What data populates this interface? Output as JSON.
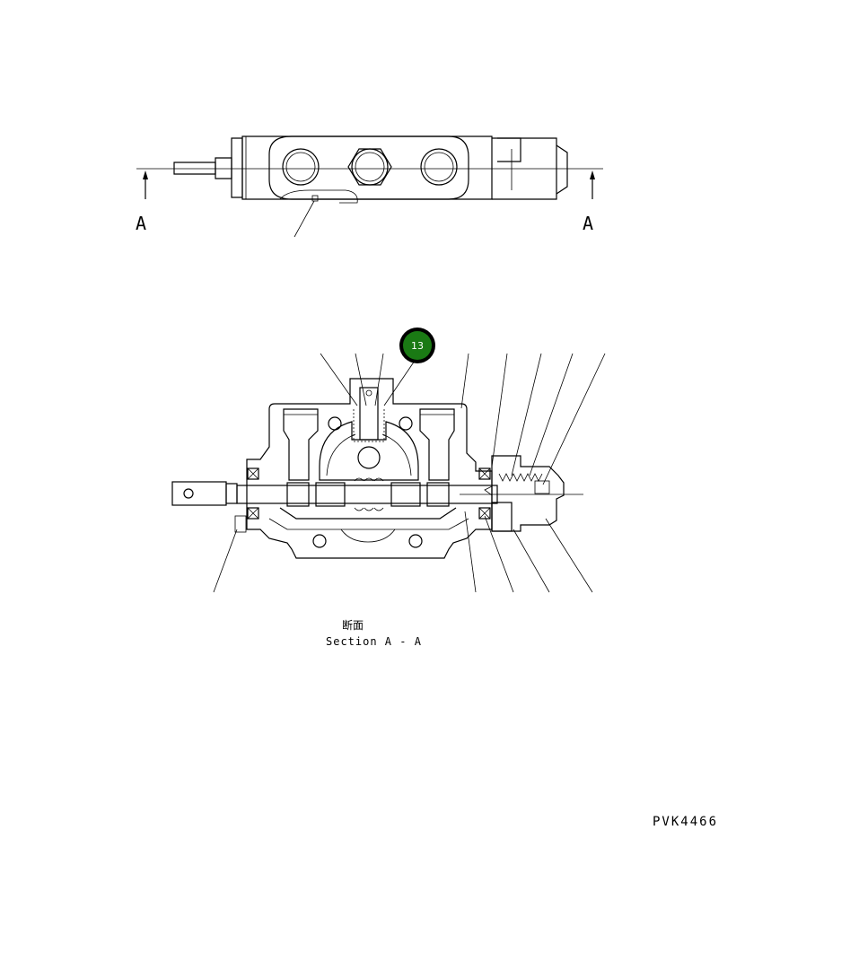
{
  "section_marker": {
    "left_letter": "A",
    "right_letter": "A"
  },
  "callout": {
    "number": "13",
    "fill_color": "#1a7a14",
    "ring_color": "#000000"
  },
  "caption": {
    "japanese": "断面",
    "english": "Section A - A"
  },
  "drawing_code": "PVK4466"
}
